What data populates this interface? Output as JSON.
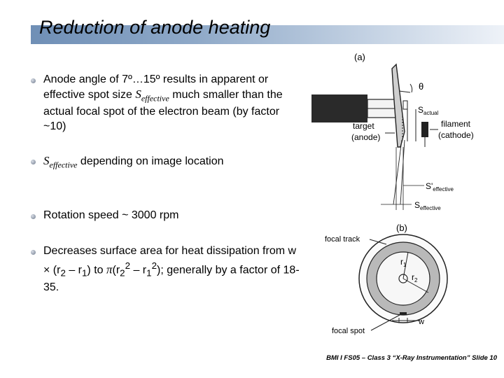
{
  "title": "Reduction of anode heating",
  "bullets": {
    "b1": {
      "part1": "Anode angle of 7º…15º results in apparent or effective spot size ",
      "sym": "S",
      "sub": "effective",
      "part2": " much smaller than the actual focal spot of the electron beam (by factor ~10)"
    },
    "b2": {
      "sym": "S",
      "sub": "effective",
      "part2": " depending on image location"
    },
    "b3": {
      "text": "Rotation speed ~ 3000 rpm"
    },
    "b4": {
      "p1": "Decreases surface area for heat dissipation from w × (r",
      "s1": "2",
      "p2": " – r",
      "s2": "1",
      "p3": ") to ",
      "pi": "π",
      "p4": "(r",
      "s3": "2",
      "sup1": "2",
      "p5": " – r",
      "s4": "1",
      "sup2": "2",
      "p6": "); generally by a factor of 18-35."
    }
  },
  "figure_a": {
    "label": "(a)",
    "theta": "θ",
    "s_actual": "S",
    "s_actual_sub": "actual",
    "target_line1": "target",
    "target_line2": "(anode)",
    "filament_line1": "filament",
    "filament_line2": "(cathode)",
    "s_prime": "S'",
    "s_prime_sub": "effective",
    "s_eff": "S",
    "s_eff_sub": "effective"
  },
  "figure_b": {
    "label": "(b)",
    "focal_track": "focal track",
    "r1": "r",
    "r1_sub": "1",
    "r2": "r",
    "r2_sub": "2",
    "focal_spot": "focal spot",
    "w": "w"
  },
  "footer": "BMI I FS05 – Class 3 “X-Ray Instrumentation” Slide 10"
}
